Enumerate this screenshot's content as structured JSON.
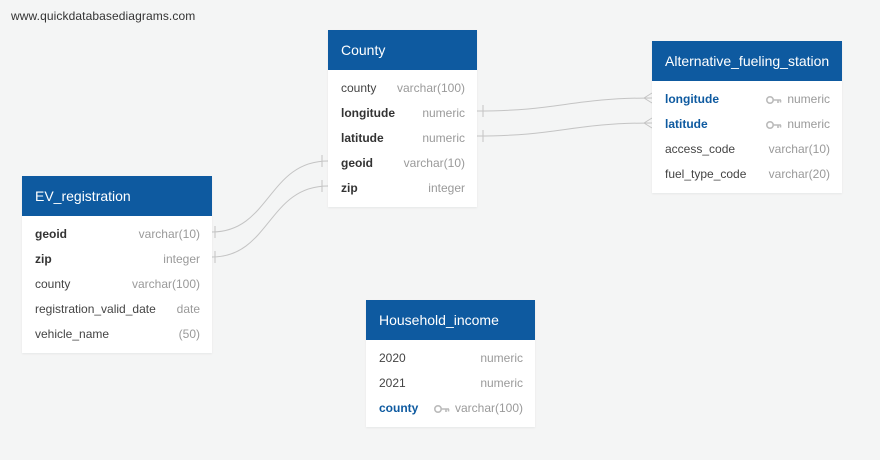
{
  "watermark": "www.quickdatabasediagrams.com",
  "tables": {
    "county": {
      "name": "County",
      "fields": [
        {
          "name": "county",
          "type": "varchar(100)"
        },
        {
          "name": "longitude",
          "type": "numeric"
        },
        {
          "name": "latitude",
          "type": "numeric"
        },
        {
          "name": "geoid",
          "type": "varchar(10)"
        },
        {
          "name": "zip",
          "type": "integer"
        }
      ]
    },
    "alt_station": {
      "name": "Alternative_fueling_station",
      "fields": [
        {
          "name": "longitude",
          "type": "numeric",
          "pk": true
        },
        {
          "name": "latitude",
          "type": "numeric",
          "pk": true
        },
        {
          "name": "access_code",
          "type": "varchar(10)"
        },
        {
          "name": "fuel_type_code",
          "type": "varchar(20)"
        }
      ]
    },
    "ev_registration": {
      "name": "EV_registration",
      "fields": [
        {
          "name": "geoid",
          "type": "varchar(10)"
        },
        {
          "name": "zip",
          "type": "integer"
        },
        {
          "name": "county",
          "type": "varchar(100)"
        },
        {
          "name": "registration_valid_date",
          "type": "date"
        },
        {
          "name": "vehicle_name",
          "type": "(50)"
        }
      ]
    },
    "household_income": {
      "name": "Household_income",
      "fields": [
        {
          "name": "2020",
          "type": "numeric"
        },
        {
          "name": "2021",
          "type": "numeric"
        },
        {
          "name": "county",
          "type": "varchar(100)",
          "pk": true
        }
      ]
    }
  },
  "colors": {
    "header": "#0e5aa0",
    "primary_key": "#0e5aa0",
    "connector": "#c4c4c4",
    "background": "#f4f5f5"
  }
}
